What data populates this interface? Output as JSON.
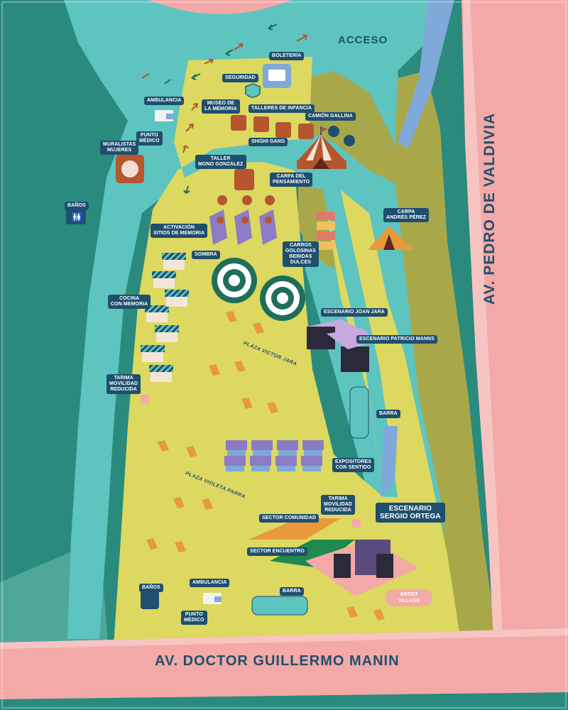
{
  "roads": {
    "right": "AV. PEDRO DE VALDIVIA",
    "bottom": "AV. DOCTOR GUILLERMO MANIN"
  },
  "acceso": "ACCESO",
  "labels": {
    "boleteria": "BOLETERÍA",
    "seguridad": "SEGURIDAD",
    "ambulancia_top": "AMBULANCIA",
    "museo": "MUSEO DE\nLA MEMORIA",
    "talleres": "TALLERES DE INFANCIA",
    "camion": "CAMIÓN GALLINA",
    "punto_medico_top": "PUNTO\nMÉDICO",
    "muralistas": "MURALISTAS\nMUJERES",
    "shishi": "SHISHI GANG",
    "taller_mono": "TALLER\nMONO GONZÁLEZ",
    "carpa_pensamiento": "CARPA DEL\nPENSAMIENTO",
    "banos_top": "BAÑOS",
    "carpa_andres": "CARPA\nANDRÉS PÉREZ",
    "activacion": "ACTIVACIÓN\nSITIOS DE MEMORIA",
    "carros": "CARROS\nGOLOSINAS\nBEBIDAS\nDULCES",
    "sombra": "SOMBRA",
    "cocina": "COCINA\nCON MEMORIA",
    "escenario_jara": "ESCENARIO JOAN JARA",
    "escenario_manns": "ESCENARIO PATRICIO MANNS",
    "tarima_top": "TARIMA\nMOVILIDAD\nREDUCIDA",
    "barra_top": "BARRA",
    "expositores": "EXPOSITORES\nCON SENTIDO",
    "tarima_bottom": "TARIMA\nMOVILIDAD\nREDUCIDA",
    "escenario_ortega": "ESCENARIO\nSERGIO ORTEGA",
    "sector_comunidad": "SECTOR COMUNIDAD",
    "sector_encuentro": "SECTOR ENCUENTRO",
    "banos_bottom": "BAÑOS",
    "ambulancia_bottom": "AMBULANCIA",
    "punto_medico_bottom": "PUNTO\nMÉDICO",
    "barra_bottom": "BARRA",
    "artist_village": "ARTIST\nVILLAGE"
  },
  "plazas": {
    "victor": "PLAZA VICTOR JARA",
    "violeta": "PLAZA VIOLETA PARRA"
  },
  "colors": {
    "dark_green": "#2a8a7e",
    "teal": "#5ec4c0",
    "yellow": "#dcd860",
    "olive": "#a8a84a",
    "pink_road": "#f3a9a7",
    "blue_strip": "#7fa9d8",
    "label_navy": "#1f4f6e",
    "icon_brown": "#b5562e"
  }
}
